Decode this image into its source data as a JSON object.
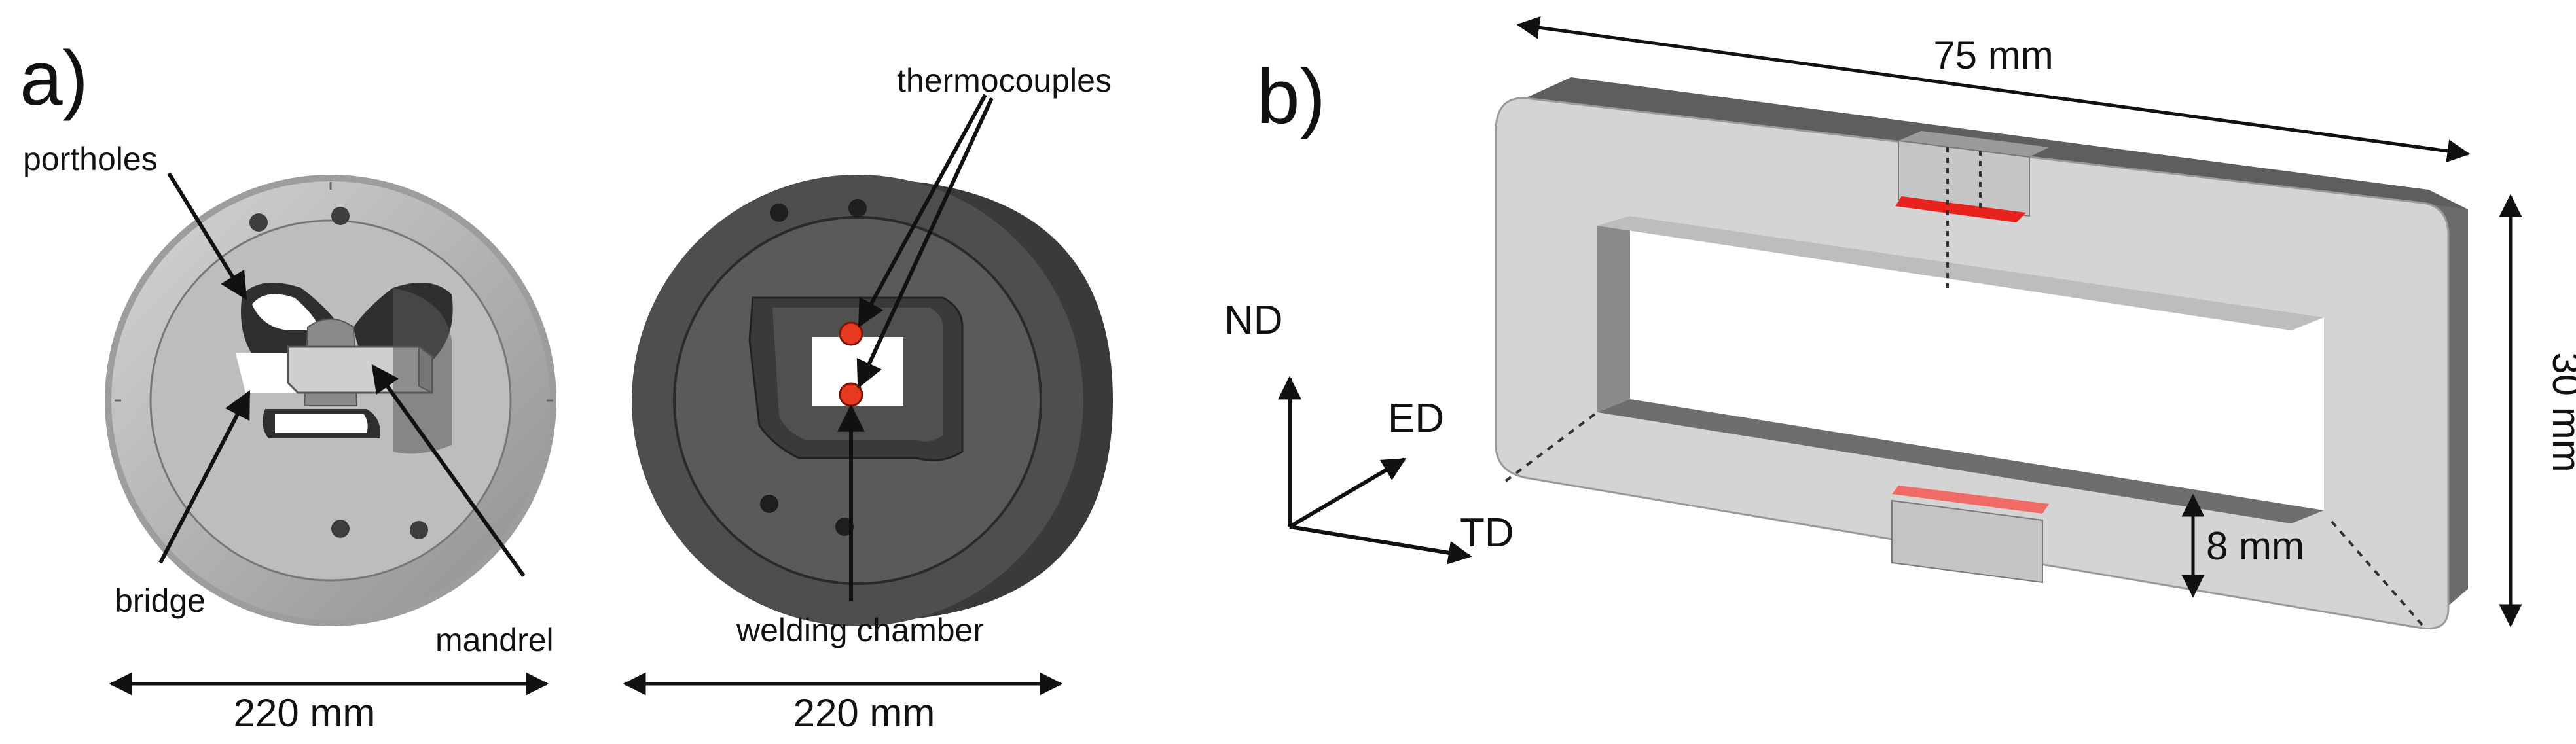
{
  "panel_a": {
    "label": "a)",
    "callouts": {
      "portholes": "portholes",
      "bridge": "bridge",
      "mandrel": "mandrel",
      "thermocouples": "thermocouples",
      "welding_chamber": "welding chamber"
    },
    "dimension_left": "220 mm",
    "dimension_right": "220 mm"
  },
  "panel_b": {
    "label": "b)",
    "dimension_length": "75 mm",
    "dimension_height": "30 mm",
    "dimension_depth": "8 mm",
    "axes": {
      "nd": "ND",
      "ed": "ED",
      "td": "TD"
    }
  },
  "colors": {
    "thermocouple": "#e63a1f",
    "weld_zone": "#e8231e",
    "die_dark": "#4a4a4a",
    "die_light": "#b5b5b5",
    "sample_face": "#d4d4d4",
    "sample_edge": "#6b6b6b"
  }
}
